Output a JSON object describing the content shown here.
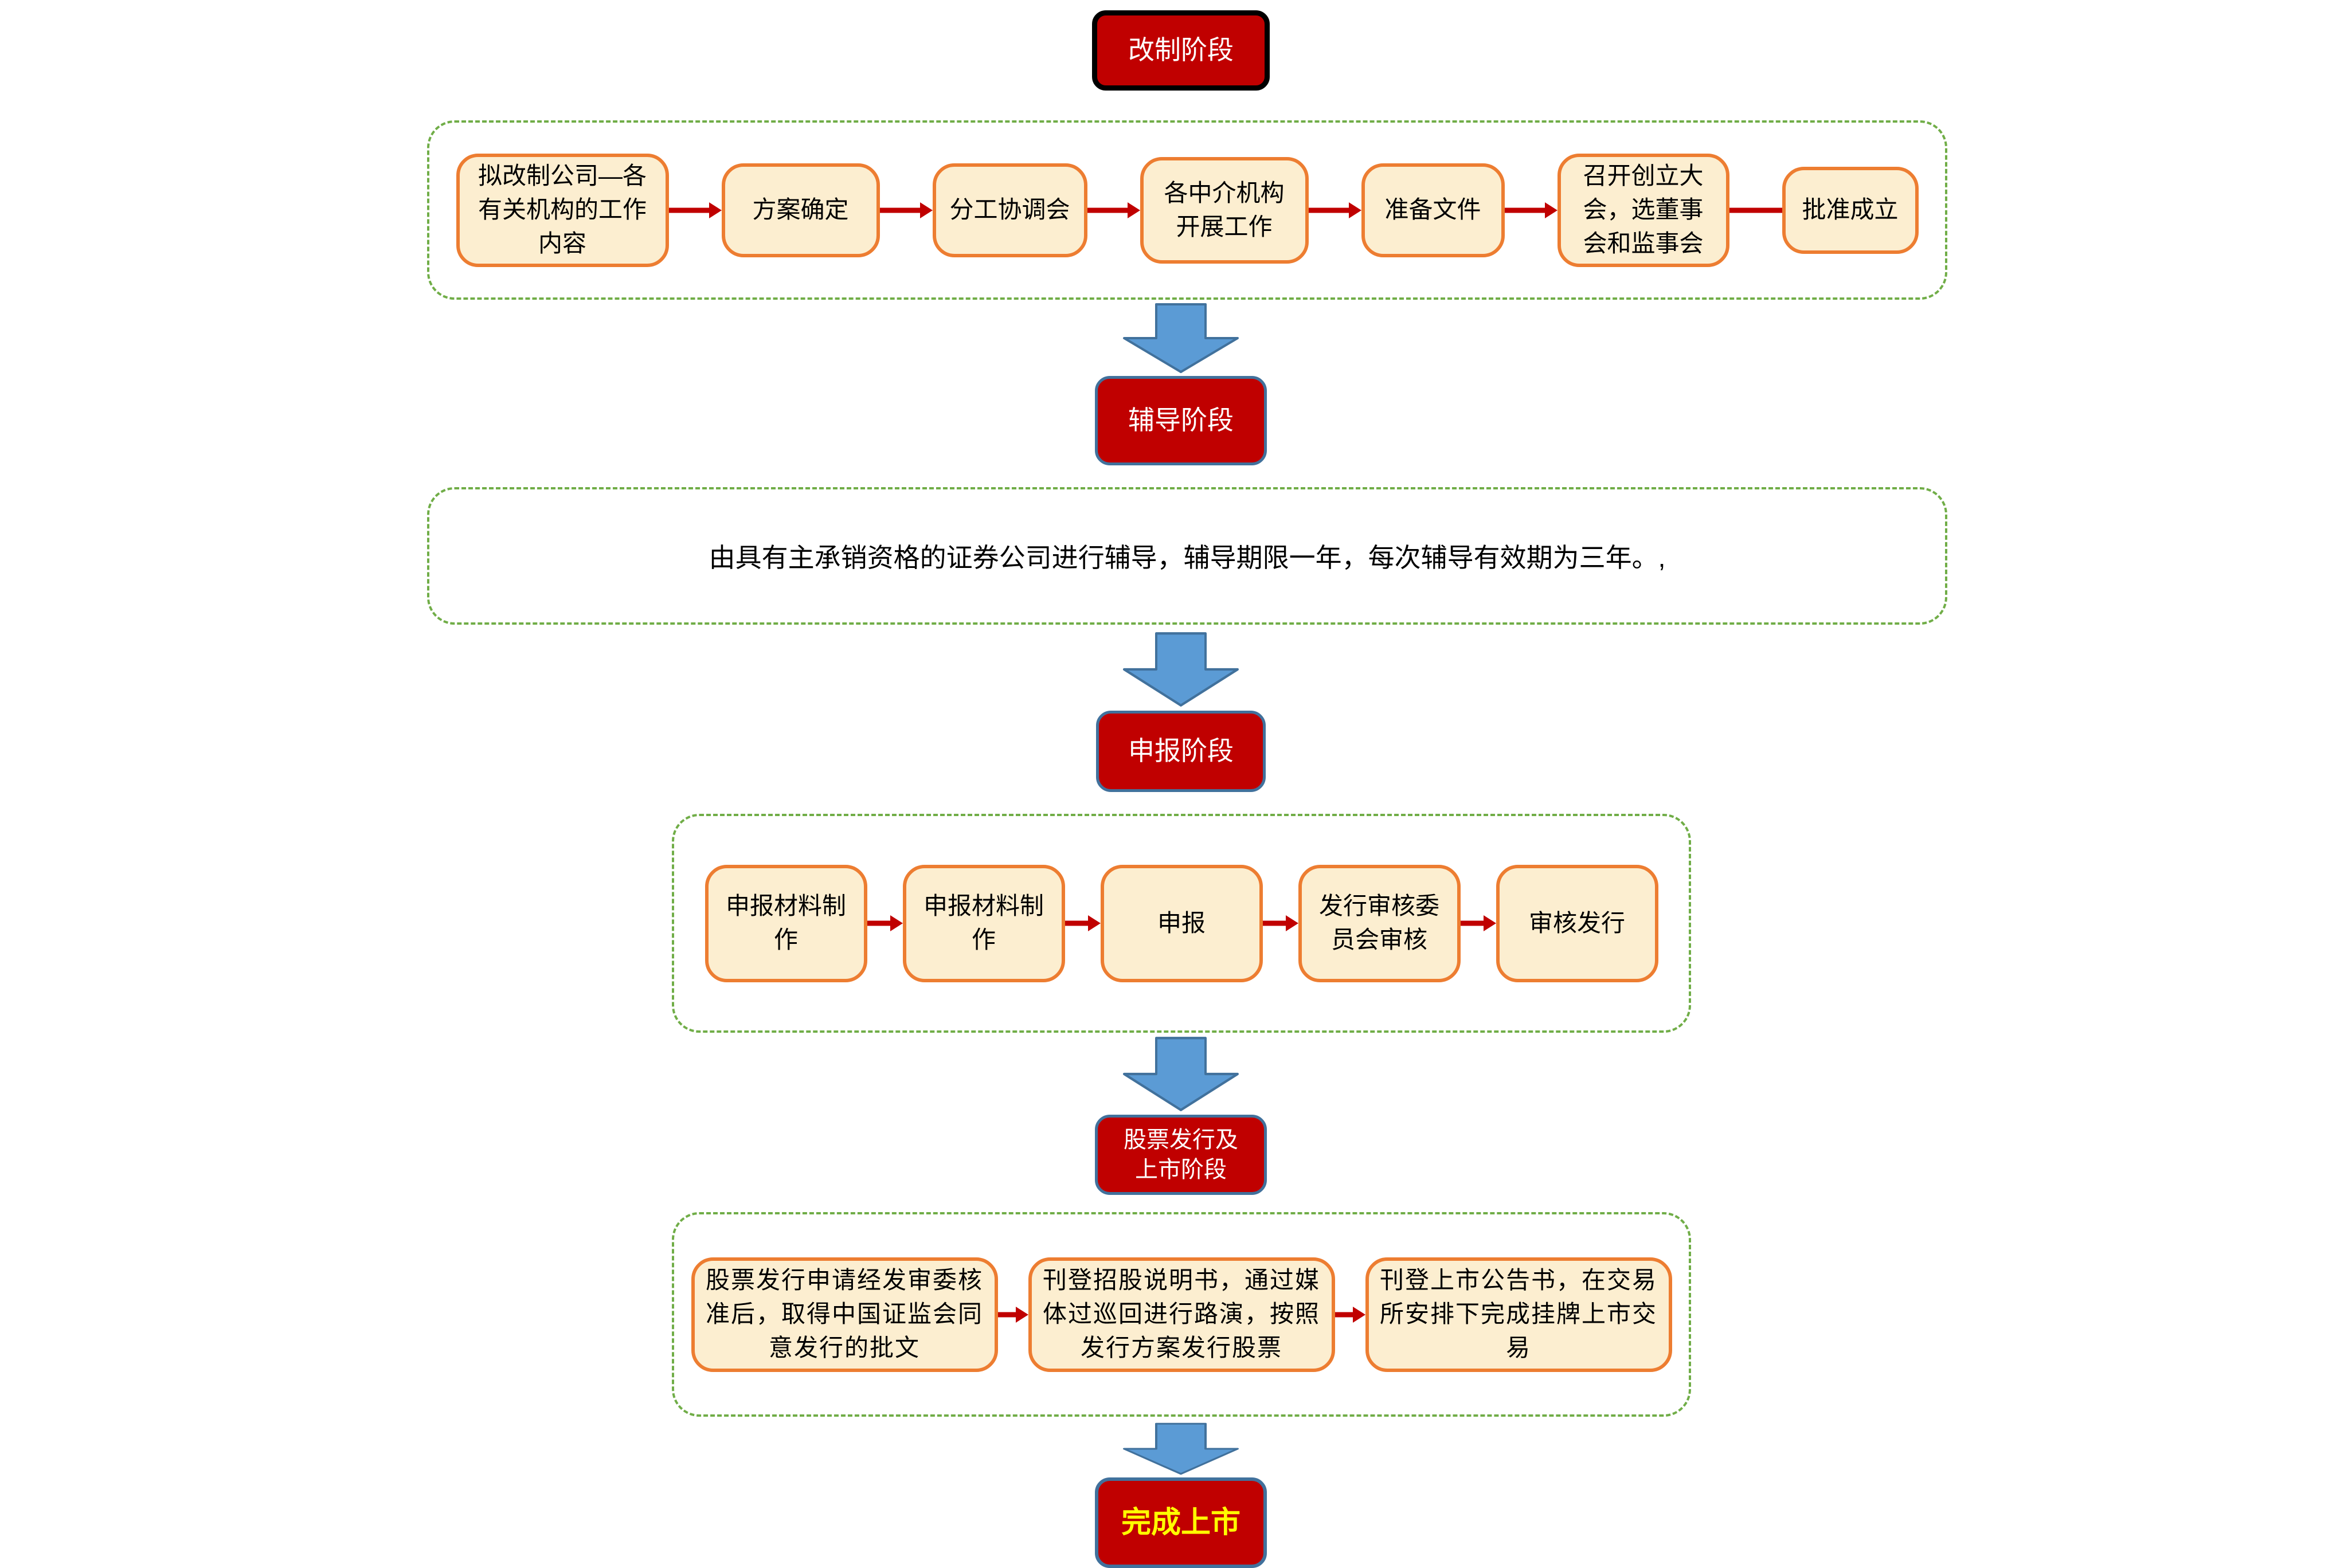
{
  "stages": {
    "reform": "改制阶段",
    "guidance": "辅导阶段",
    "application": "申报阶段",
    "issuance": "股票发行及\n上市阶段",
    "complete": "完成上市"
  },
  "reform_steps": [
    "拟改制公司—各\n有关机构的工作\n内容",
    "方案确定",
    "分工协调会",
    "各中介机构\n开展工作",
    "准备文件",
    "召开创立大\n会，选董事\n会和监事会",
    "批准成立"
  ],
  "guidance_note": "由具有主承销资格的证券公司进行辅导，辅导期限一年，每次辅导有效期为三年。,",
  "application_steps": [
    "申报材料制\n作",
    "申报材料制\n作",
    "申报",
    "发行审核委\n员会审核",
    "审核发行"
  ],
  "listing_steps": [
    "股票发行申请经发审委核\n准后，取得中国证监会同\n意发行的批文",
    "刊登招股说明书，通过媒\n体过巡回进行路演，按照\n发行方案发行股票",
    "刊登上市公告书，在交易\n所安排下完成挂牌上市交\n易"
  ],
  "colors": {
    "stage_red": "#C00000",
    "stage_border_blue": "#41719C",
    "node_fill": "#FCEED0",
    "node_border_orange": "#ED7D31",
    "connector_red": "#C00000",
    "container_dashed_green": "#70AD47",
    "down_arrow_blue": "#5B9BD5",
    "complete_text_yellow": "#FFFF00"
  }
}
